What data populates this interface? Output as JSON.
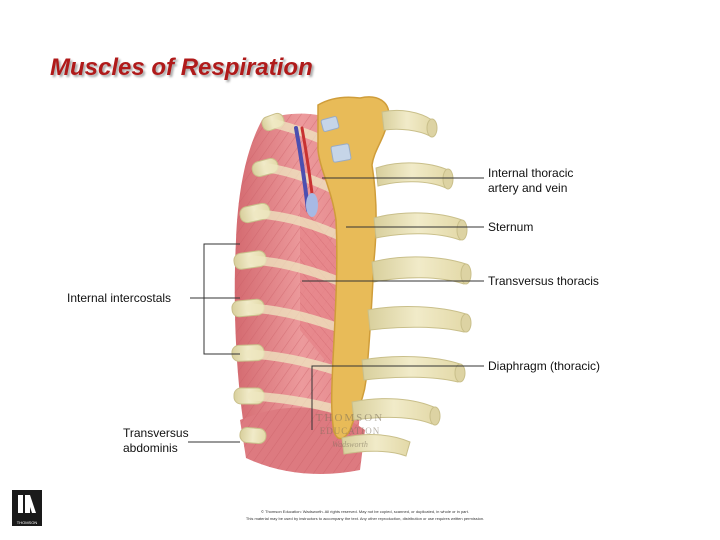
{
  "title": "Muscles of Respiration",
  "labels": {
    "internal_thoracic": [
      "Internal thoracic",
      "artery and vein"
    ],
    "sternum": "Sternum",
    "transversus_thoracis": "Transversus thoracis",
    "internal_intercostals": "Internal intercostals",
    "diaphragm": "Diaphragm (thoracic)",
    "transversus_abdominis": [
      "Transversus",
      "abdominis"
    ]
  },
  "watermark": [
    "THOMSON",
    "EDUCATION",
    "Wadsworth"
  ],
  "logo_text": "THOMSON",
  "copyright": [
    "© Thomson Education: Wadsworth. All rights reserved. May not be copied, scanned, or duplicated, in whole or in part.",
    "This material may be used by instructors to accompany the text. Any other reproduction, distribution or use requires written permission."
  ],
  "colors": {
    "title": "#b01a1a",
    "bone": "#e9e0b6",
    "sternum": "#e8bb58",
    "muscle": "#e7888c",
    "vein": "#4c4fb0",
    "artery": "#c83232"
  }
}
